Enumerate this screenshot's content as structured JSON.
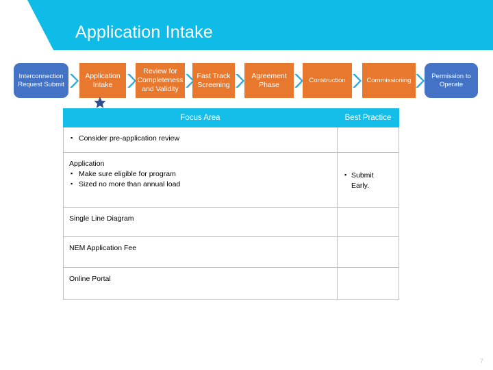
{
  "header": {
    "title": "Application Intake",
    "banner_color": "#0FBCE8"
  },
  "process_flow": {
    "steps": [
      {
        "label": "Interconnection Request Submit",
        "style": "blue"
      },
      {
        "label": "Application Intake",
        "style": "orange"
      },
      {
        "label": "Review for Completeness and Validity",
        "style": "orange"
      },
      {
        "label": "Fast Track Screening",
        "style": "orange"
      },
      {
        "label": "Agreement Phase",
        "style": "orange"
      },
      {
        "label": "Construction",
        "style": "orange"
      },
      {
        "label": "Commissioning",
        "style": "orange"
      },
      {
        "label": "Permission to Operate",
        "style": "blue"
      }
    ],
    "arrow_color": "#2AA8E0",
    "orange_color": "#E8782D",
    "blue_color": "#4472C4",
    "marker": "star-marker"
  },
  "table": {
    "headers": {
      "focus_area": "Focus Area",
      "best_practice": "Best Practice"
    },
    "header_color": "#14BEE8",
    "rows": [
      {
        "focus_heading": "",
        "focus_bullets": [
          "Consider pre-application review"
        ],
        "best_bullets": []
      },
      {
        "focus_heading": "Application",
        "focus_bullets": [
          "Make sure eligible for program",
          "Sized no more than annual load"
        ],
        "best_bullets": [
          "Submit Early."
        ]
      },
      {
        "focus_heading": "Single Line Diagram",
        "focus_bullets": [],
        "best_bullets": []
      },
      {
        "focus_heading": "NEM Application Fee",
        "focus_bullets": [],
        "best_bullets": []
      },
      {
        "focus_heading": "Online Portal",
        "focus_bullets": [],
        "best_bullets": []
      }
    ]
  },
  "footer": {
    "page_number": "7"
  }
}
